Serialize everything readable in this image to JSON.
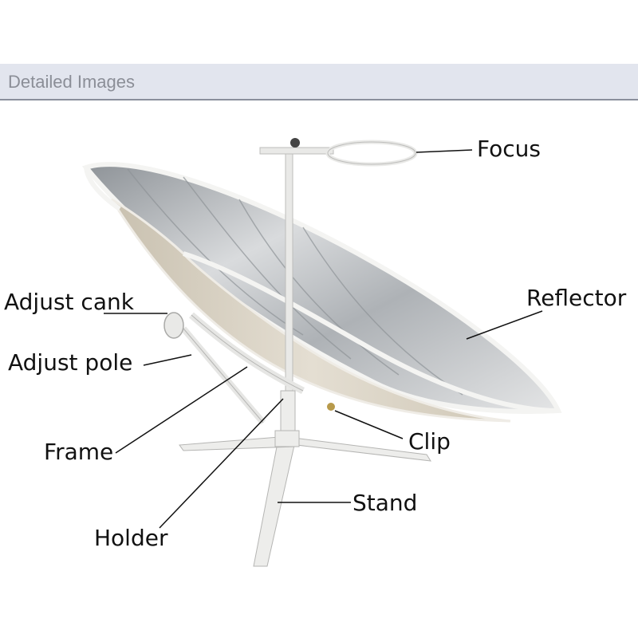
{
  "header": {
    "title": "Detailed Images"
  },
  "labels": {
    "focus": "Focus",
    "reflector": "Reflector",
    "adjust_crank": "Adjust cank",
    "adjust_pole": "Adjust pole",
    "frame": "Frame",
    "clip": "Clip",
    "stand": "Stand",
    "holder": "Holder"
  },
  "colors": {
    "header_bg": "#e2e5ee",
    "header_text": "#8b8e97",
    "dish_back": "#d8d1c3",
    "reflector_silver": "#b9bcc0",
    "frame_white": "#f2f2f0"
  }
}
